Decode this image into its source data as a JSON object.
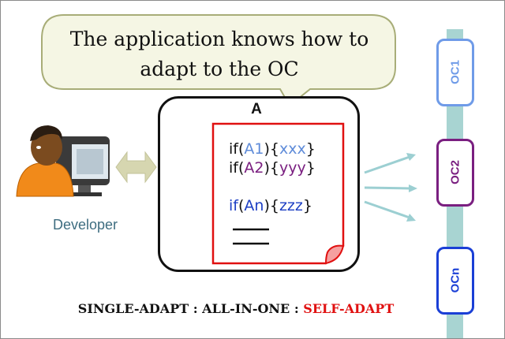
{
  "bubble": {
    "text": "The application knows how to adapt to the OC"
  },
  "app_box": {
    "label": "A"
  },
  "code": {
    "line1": {
      "kw": "if(",
      "cond": "A1",
      "close": ")",
      "open_brace": "{",
      "body": "xxx",
      "close_brace": "}"
    },
    "line2": {
      "kw": "if(",
      "cond": "A2",
      "close": ")",
      "open_brace": "{",
      "body": "yyy",
      "close_brace": "}"
    },
    "line3": {
      "kw": "if",
      "paren_open": "(",
      "cond": "An",
      "close": ")",
      "open_brace": "{",
      "body": "zzz",
      "close_brace": "}"
    }
  },
  "developer": {
    "label": "Developer"
  },
  "oc_items": [
    {
      "label": "OC1",
      "color": "#6f9be8"
    },
    {
      "label": "OC2",
      "color": "#7a1f80"
    },
    {
      "label": "OCn",
      "color": "#1a3fd6"
    }
  ],
  "footer": {
    "part1": "SINGLE-ADAPT : ALL-IN-ONE : ",
    "part2": "SELF-ADAPT"
  },
  "colors": {
    "pillar": "#a8d4d2",
    "bubble_fill": "#f5f6e4",
    "bubble_stroke": "#a8ad78",
    "arrow": "#9ccfd2",
    "double_arrow": "#d6d6b0",
    "red": "#e01010"
  }
}
